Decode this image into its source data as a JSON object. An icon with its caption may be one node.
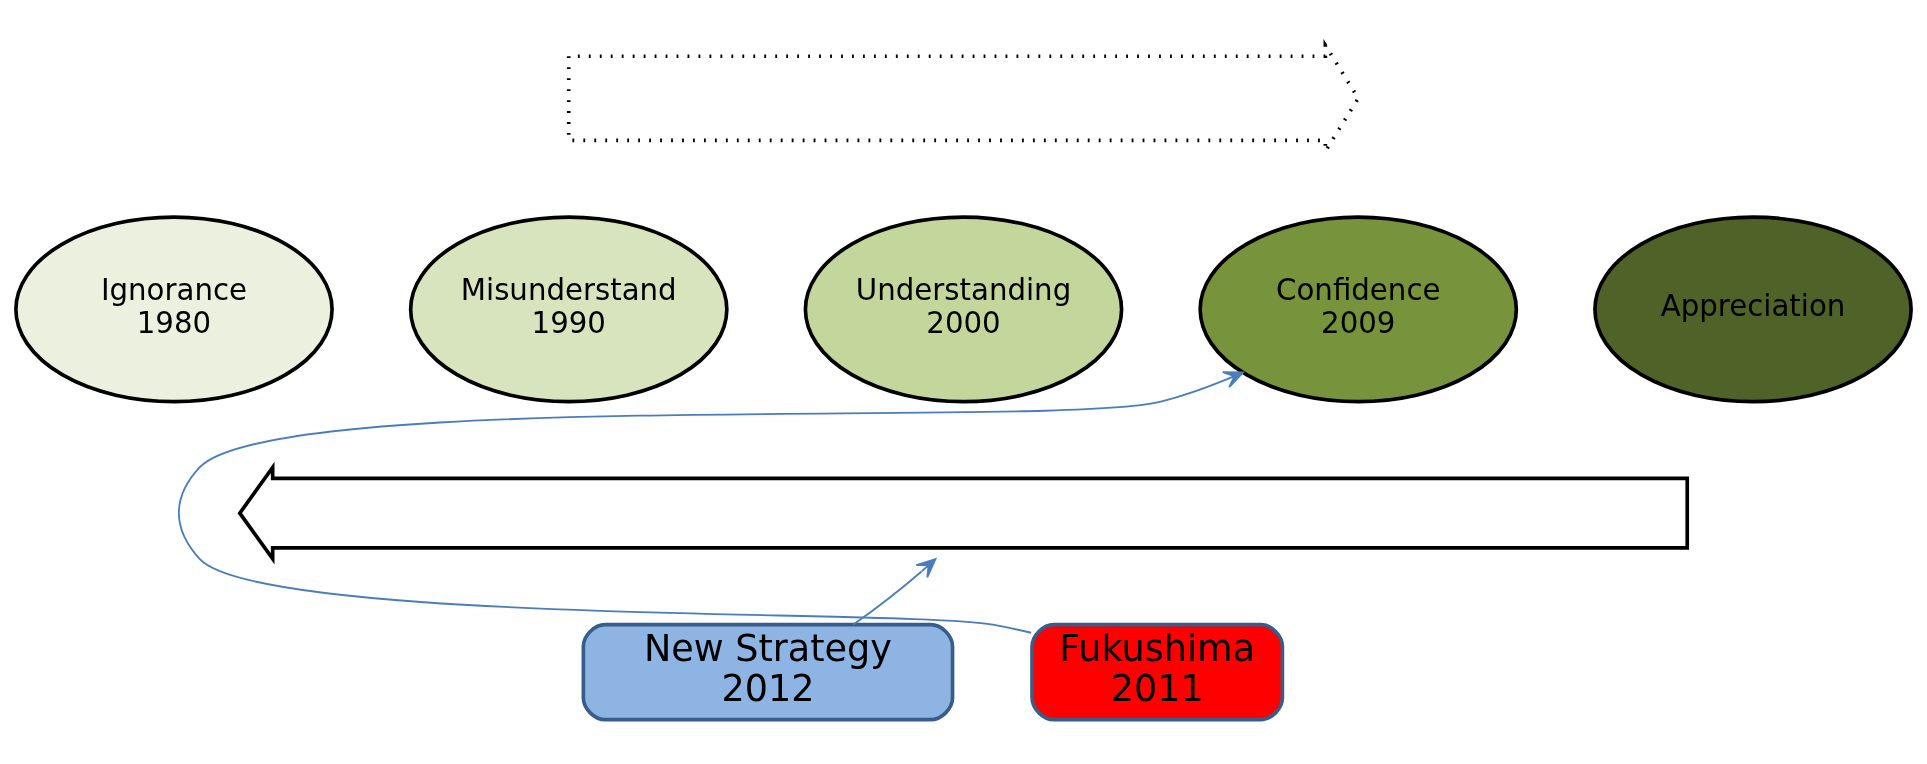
{
  "diagram": {
    "nodes": [
      {
        "text": [
          "Ignorance",
          "1980"
        ]
      },
      {
        "text": [
          "Misunderstand",
          "1990"
        ]
      },
      {
        "text": [
          "Understanding",
          "2000"
        ]
      },
      {
        "text": [
          "Confidence",
          "2009"
        ]
      },
      {
        "text": [
          "Appreciation"
        ]
      },
      {
        "text": [],
        "shape": "arrow"
      },
      {
        "text": [],
        "shape": "arrow"
      },
      {
        "text": [
          "New Strategy",
          "2012"
        ]
      },
      {
        "text": [
          "Fukushima",
          "2011"
        ]
      }
    ],
    "edges": [
      {
        "from": 7,
        "to": 6,
        "arrow": "to",
        "color": "#4a7ebb"
      },
      {
        "from": 8,
        "to": 3,
        "arrow": "to",
        "color": "#4a7ebb"
      }
    ]
  }
}
